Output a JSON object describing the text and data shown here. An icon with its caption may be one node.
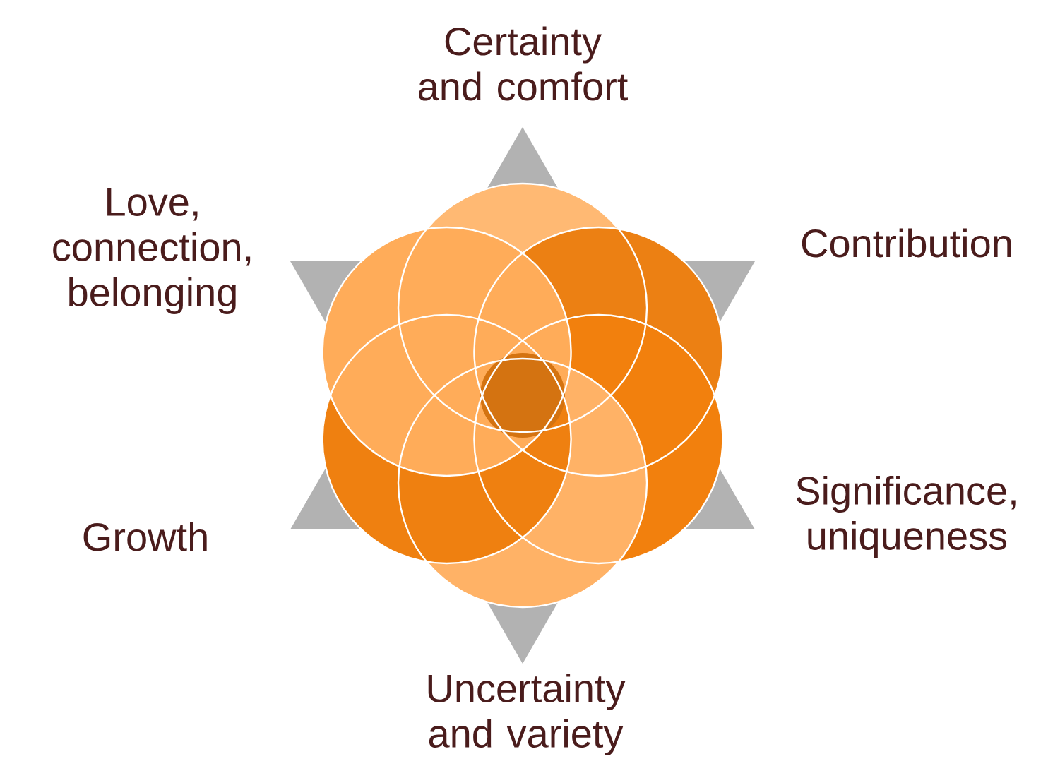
{
  "diagram": {
    "labels": [
      "Certainty and comfort",
      "Love, connection, belonging",
      "Contribution",
      "Growth",
      "Significance, uniqueness",
      "Uncertainty and variety"
    ]
  }
}
